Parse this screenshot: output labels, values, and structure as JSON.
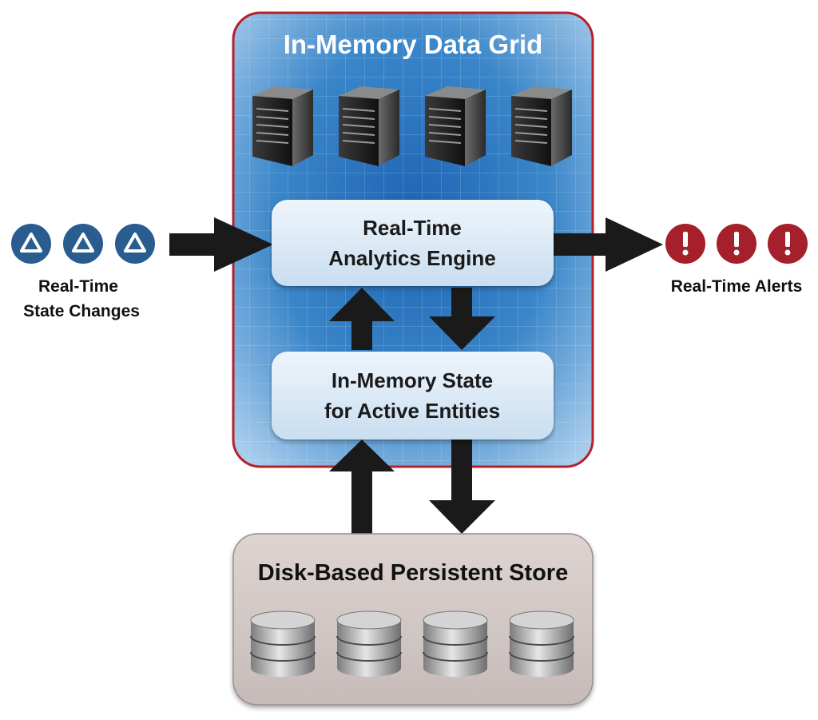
{
  "grid": {
    "title": "In-Memory Data Grid",
    "server_count": 4,
    "server_icon": "server-tower-icon",
    "border_color": "#b5202b",
    "fill_color": "#2f7fc4"
  },
  "engine": {
    "line1": "Real-Time",
    "line2": "Analytics Engine"
  },
  "state": {
    "line1": "In-Memory State",
    "line2": "for Active Entities"
  },
  "inputs": {
    "icon": "triangle-badge-icon",
    "count": 3,
    "color": "#2a5d8f",
    "label_line1": "Real-Time",
    "label_line2": "State Changes"
  },
  "outputs": {
    "icon": "exclamation-badge-icon",
    "count": 3,
    "color": "#a5202a",
    "label": "Real-Time Alerts"
  },
  "store": {
    "title": "Disk-Based Persistent Store",
    "disk_count": 4,
    "disk_icon": "database-cylinder-icon",
    "fill_color": "#d8cfcd"
  },
  "arrow_color": "#1a1a1a"
}
